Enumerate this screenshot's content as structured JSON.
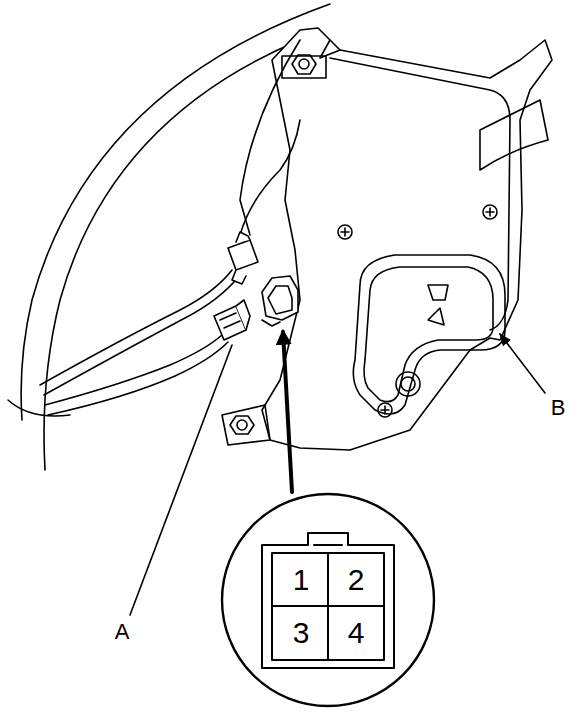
{
  "diagram": {
    "labels": [
      "A",
      "B",
      "1",
      "2",
      "3",
      "4"
    ]
  }
}
